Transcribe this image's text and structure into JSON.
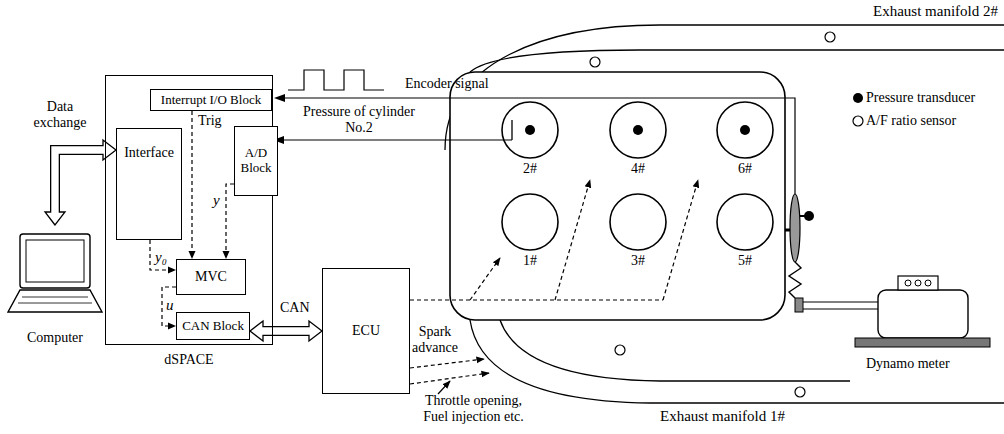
{
  "diagram": {
    "nodes": [
      {
        "text": [
          "Computer"
        ]
      },
      {
        "text": [
          "dSPACE"
        ]
      },
      {
        "text": [
          "Interrupt I/O Block"
        ],
        "in": 1
      },
      {
        "text": [
          "Interface"
        ],
        "in": 1
      },
      {
        "text": [
          "A/D Block"
        ],
        "in": 1
      },
      {
        "text": [
          "MVC"
        ],
        "in": 1
      },
      {
        "text": [
          "CAN Block"
        ],
        "in": 1
      },
      {
        "text": [
          "ECU"
        ]
      }
    ],
    "edges": [
      {
        "from": 3,
        "to": 0,
        "arrow": "both",
        "label": "Data exchange"
      },
      {
        "from": 2,
        "to": 5,
        "arrow": "to",
        "label": "Trig"
      },
      {
        "from": 4,
        "to": 5,
        "arrow": "to",
        "label": "y"
      },
      {
        "from": 3,
        "to": 5,
        "arrow": "to",
        "label": "y₀"
      },
      {
        "from": 5,
        "to": 6,
        "arrow": "to",
        "label": "u"
      },
      {
        "from": 6,
        "to": 7,
        "arrow": "both",
        "label": "CAN"
      }
    ],
    "labels": [
      "Encoder signal",
      "Pressure of cylinder No.2",
      "2#",
      "4#",
      "6#",
      "1#",
      "3#",
      "5#",
      "Spark advance",
      "Throttle opening, Fuel injection etc.",
      "Exhaust manifold 2#",
      "Exhaust manifold 1#",
      "Dynamo meter"
    ],
    "legend": [
      {
        "text": "Pressure transducer"
      },
      {
        "text": "A/F ratio sensor"
      }
    ]
  }
}
